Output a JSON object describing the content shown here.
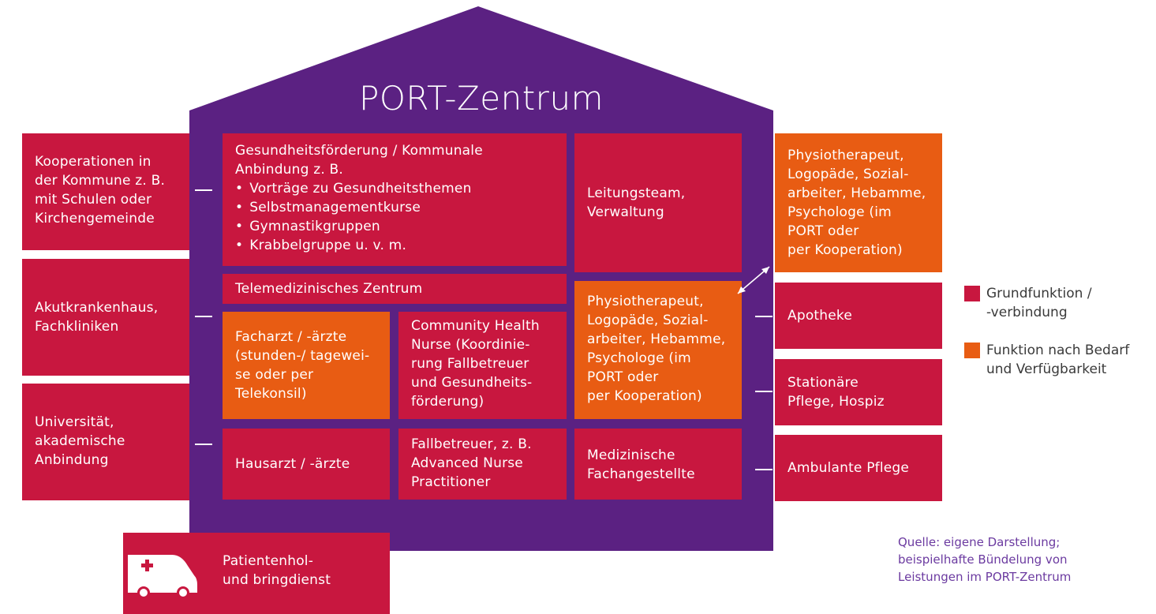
{
  "title": "PORT-Zentrum",
  "colors": {
    "house": "#5b2182",
    "red": "#c8173f",
    "orange": "#e85c13",
    "source_text": "#6b3aa0"
  },
  "left": {
    "kooperationen": [
      "Kooperationen in",
      "der Kommune z. B.",
      "mit Schulen oder",
      "Kirchengemeinde"
    ],
    "akut": [
      "Akutkrankenhaus,",
      "Fachkliniken"
    ],
    "universitaet": [
      "Universität,",
      "akademische",
      "Anbindung"
    ]
  },
  "inner": {
    "gesundheit_title": [
      "Gesundheitsförderung / Kommunale",
      "Anbindung z. B."
    ],
    "gesundheit_items": [
      "Vorträge zu Gesundheitsthemen",
      "Selbstmanagementkurse",
      "Gymnastikgruppen",
      "Krabbelgruppe u. v. m."
    ],
    "leitung": [
      "Leitungsteam,",
      "Verwaltung"
    ],
    "telemed": "Telemedizinisches Zentrum",
    "facharzt": [
      "Facharzt / -ärzte",
      "(stunden-/ tagewei-",
      "se oder per",
      "Telekonsil)"
    ],
    "community": [
      "Community Health",
      "Nurse (Koordinie-",
      "rung Fallbetreuer",
      "und Gesundheits-",
      "förderung)"
    ],
    "physio_inner": [
      "Physiotherapeut,",
      "Logopäde, Sozial-",
      "arbeiter, Hebamme,",
      "Psychologe (im",
      "PORT oder",
      "per Kooperation)"
    ],
    "hausarzt": "Hausarzt / -ärzte",
    "fallbetreuer": [
      "Fallbetreuer, z. B.",
      "Advanced Nurse",
      "Practitioner"
    ],
    "mfa": [
      "Medizinische",
      "Fachangestellte"
    ]
  },
  "right": {
    "physio_outer": [
      "Physiotherapeut,",
      "Logopäde, Sozial-",
      "arbeiter, Hebamme,",
      "Psychologe (im",
      "PORT oder",
      "per Kooperation)"
    ],
    "apotheke": "Apotheke",
    "stationaer": [
      "Stationäre",
      "Pflege, Hospiz"
    ],
    "ambulant": "Ambulante Pflege"
  },
  "patient": [
    "Patientenhol-",
    "und bringdienst"
  ],
  "legend": {
    "grund": [
      "Grundfunktion /",
      "-verbindung"
    ],
    "bedarf": [
      "Funktion nach Bedarf",
      "und Verfügbarkeit"
    ]
  },
  "source": [
    "Quelle: eigene Darstellung;",
    "beispielhafte Bündelung von",
    "Leistungen im PORT-Zentrum"
  ],
  "icons": {
    "ambulance": "ambulance-icon",
    "arrow": "double-arrow"
  }
}
